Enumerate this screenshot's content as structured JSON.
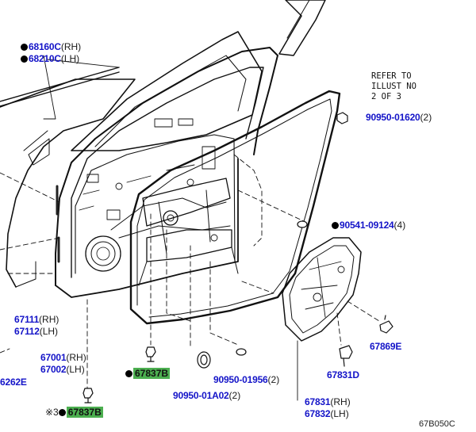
{
  "note": [
    "REFER TO",
    "ILLUST NO",
    "2 OF 3"
  ],
  "illustration_code": "67B050C",
  "remark_prefix": "※3",
  "parts": {
    "p68160": {
      "number": "68160C",
      "suffix": "(RH)"
    },
    "p68210": {
      "number": "68210C",
      "suffix": "(LH)"
    },
    "p90950_01620": {
      "number": "90950-01620",
      "suffix": "(2)"
    },
    "p90541": {
      "number": "90541-09124",
      "suffix": "(4)"
    },
    "p67111": {
      "number": "67111",
      "suffix": "(RH)"
    },
    "p67112": {
      "number": "67112",
      "suffix": "(LH)"
    },
    "p67001": {
      "number": "67001",
      "suffix": "(RH)"
    },
    "p67002": {
      "number": "67002",
      "suffix": "(LH)"
    },
    "p6262e": {
      "number": "6262E",
      "suffix": ""
    },
    "p67869e": {
      "number": "67869E",
      "suffix": ""
    },
    "p67831d": {
      "number": "67831D",
      "suffix": ""
    },
    "p67837b_1": {
      "number": "67837B",
      "suffix": ""
    },
    "p67837b_2": {
      "number": "67837B",
      "suffix": ""
    },
    "p90950_01956": {
      "number": "90950-01956",
      "suffix": "(2)"
    },
    "p90950_01a02": {
      "number": "90950-01A02",
      "suffix": "(2)"
    },
    "p67831": {
      "number": "67831",
      "suffix": "(RH)"
    },
    "p67832": {
      "number": "67832",
      "suffix": "(LH)"
    }
  }
}
